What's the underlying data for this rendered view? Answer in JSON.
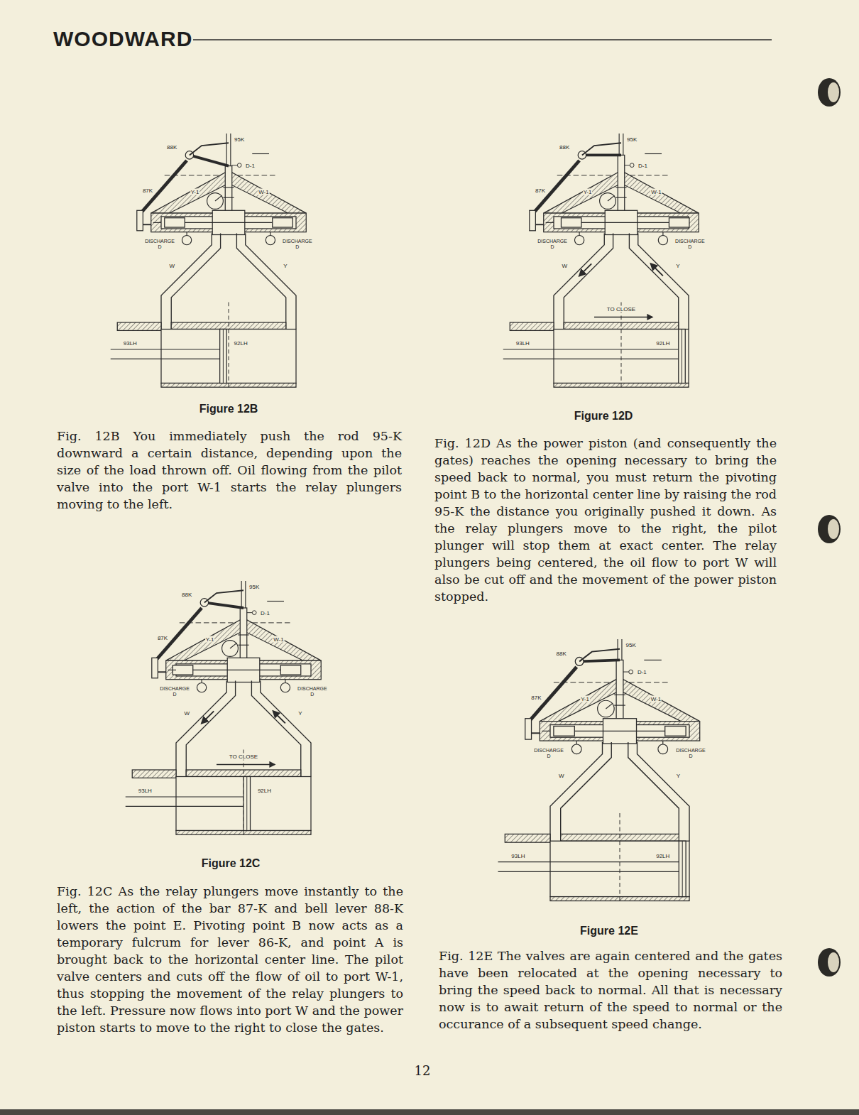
{
  "diagram": {
    "title": "WOODWARD",
    "labels": [
      "Figure 12B",
      "Fig. 12B You immediately push the rod 95-K downward a certain distance, depending upon the size of the load thrown off. Oil flowing from the pilot valve into the port W-1 starts the relay plungers moving to the left.",
      "Figure 12C",
      "Fig. 12C As the relay plungers move instantly to the left, the action of the bar 87-K and bell lever 88-K lowers the point E. Pivoting point B now acts as a temporary fulcrum for lever 86-K, and point A is brought back to the horizontal center line. The pilot valve centers and cuts off the flow of oil to port W-1, thus stopping the movement of the relay plungers to the left. Pressure now flows into port W and the power piston starts to move to the right to close the gates.",
      "Figure 12D",
      "Fig. 12D As the power piston (and consequently the gates) reaches the opening necessary to bring the speed back to normal, you must return the pivoting point B to the horizontal center line by raising the rod 95-K the distance you originally pushed it down. As the relay plungers move to the right, the pilot plunger will stop them at exact center. The relay plungers being centered, the oil flow to port W will also be cut off and the movement of the power piston stopped.",
      "Figure 12E",
      "Fig. 12E The valves are again centered and the gates have been relocated at the opening necessary to bring the speed back to normal. All that is necessary now is to await return of the speed to normal or the occurance of a subsequent speed change.",
      "12",
      "95K",
      "88K",
      "87K",
      "D-1",
      "Y-1",
      "W-1",
      "DISCHARGE D",
      "DISCHARGE D",
      "W",
      "Y",
      "93LH",
      "92LH",
      "95K",
      "88K",
      "87K",
      "D-1",
      "Y-1",
      "W-1",
      "DISCHARGE D",
      "DISCHARGE D",
      "W",
      "Y",
      "93LH",
      "92LH",
      "TO CLOSE",
      "95K",
      "88K",
      "87K",
      "D-1",
      "Y-1",
      "W-1",
      "DISCHARGE D",
      "DISCHARGE D",
      "W",
      "Y",
      "93LH",
      "92LH",
      "TO CLOSE",
      "95K",
      "88K",
      "87K",
      "D-1",
      "Y-1",
      "W-1",
      "DISCHARGE D",
      "DISCHARGE D",
      "W",
      "Y",
      "93LH",
      "92LH"
    ]
  }
}
